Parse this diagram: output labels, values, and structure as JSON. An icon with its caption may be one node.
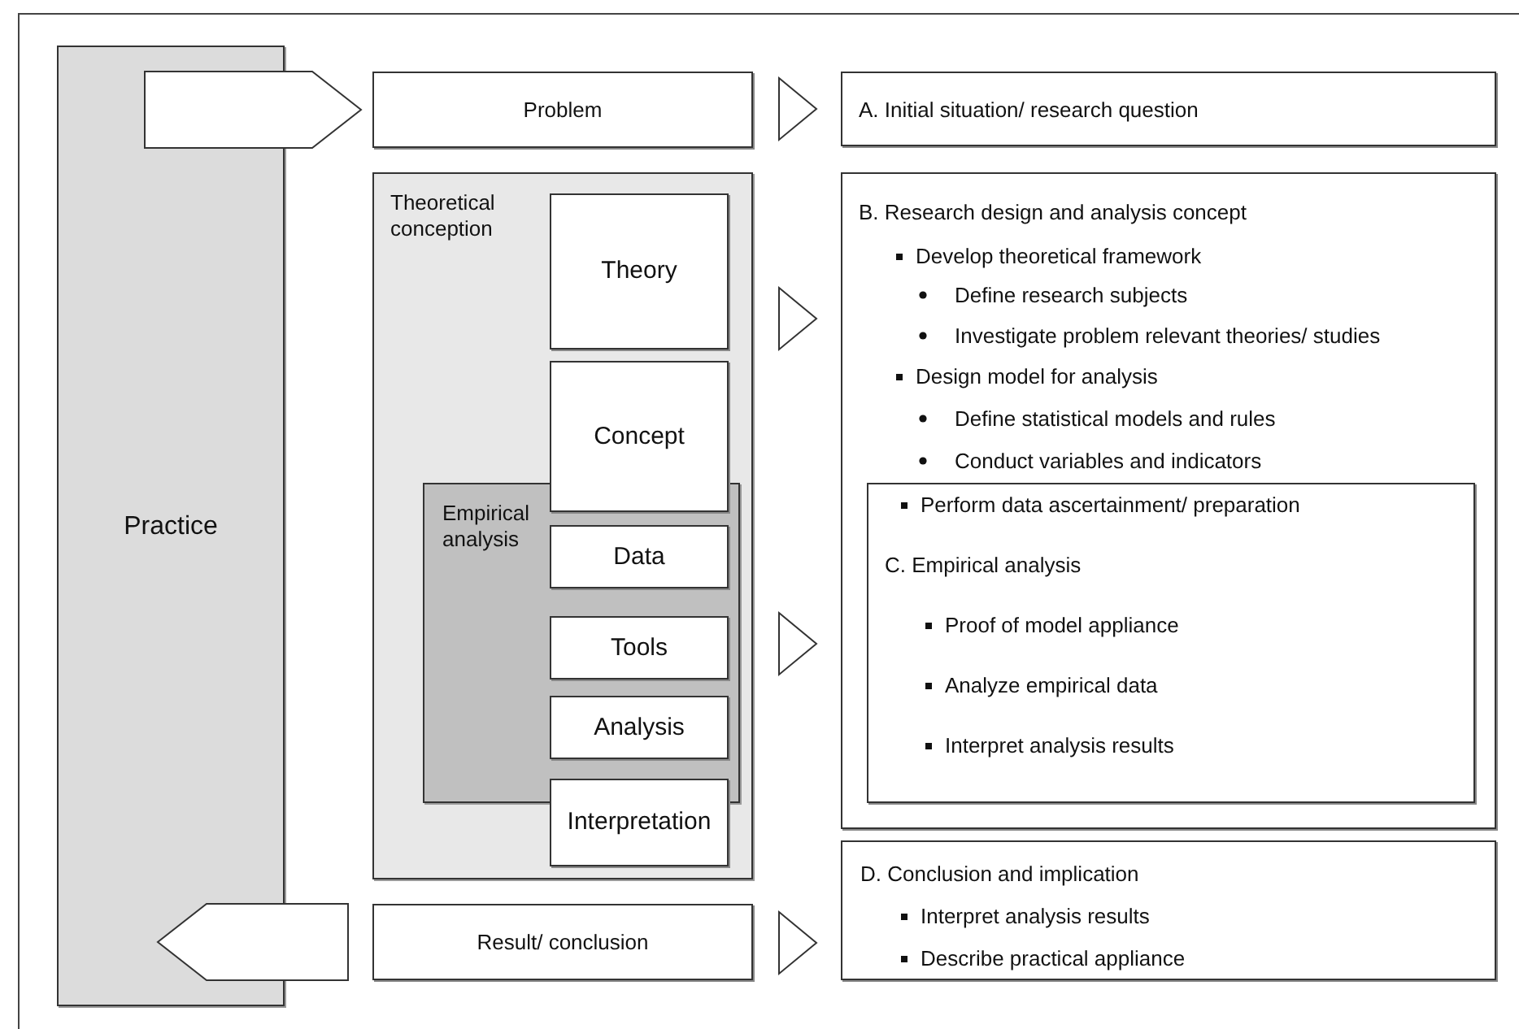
{
  "diagram": {
    "nodes": [
      {
        "text": [
          "Practice"
        ]
      },
      {
        "text": [
          "Problem"
        ]
      },
      {
        "text": [
          "Theoretical conception"
        ]
      },
      {
        "text": [
          "Theory"
        ],
        "in": 2
      },
      {
        "text": [
          "Concept"
        ],
        "in": 2
      },
      {
        "text": [
          "Empirical analysis"
        ],
        "in": 2
      },
      {
        "text": [
          "Data"
        ],
        "in": 5
      },
      {
        "text": [
          "Tools"
        ],
        "in": 5
      },
      {
        "text": [
          "Analysis"
        ],
        "in": 5
      },
      {
        "text": [
          "Interpretation"
        ],
        "in": 2
      },
      {
        "text": [
          "Result/ conclusion"
        ]
      },
      {
        "text": [
          "A. Initial situation/ research question"
        ]
      },
      {
        "text": [
          "B. Research design and analysis concept",
          "Develop theoretical framework",
          "Define research subjects",
          "Investigate problem relevant theories/ studies",
          "Design model for analysis",
          "Define statistical models and rules",
          "Conduct variables and indicators"
        ]
      },
      {
        "text": [
          "Perform data ascertainment/ preparation",
          "C. Empirical analysis",
          "Proof of model appliance",
          "Analyze empirical data",
          "Interpret analysis results"
        ],
        "in": 12
      },
      {
        "text": [
          "D. Conclusion and implication",
          "Interpret analysis results",
          "Describe practical appliance"
        ]
      }
    ],
    "edges": [
      {
        "from": 0,
        "to": 1,
        "arrow": "to"
      },
      {
        "from": 1,
        "to": 11,
        "arrow": "to"
      },
      {
        "from": 2,
        "to": 12,
        "arrow": "to"
      },
      {
        "from": 2,
        "to": 13,
        "arrow": "to"
      },
      {
        "from": 10,
        "to": 0,
        "arrow": "to"
      },
      {
        "from": 10,
        "to": 14,
        "arrow": "to"
      }
    ]
  }
}
